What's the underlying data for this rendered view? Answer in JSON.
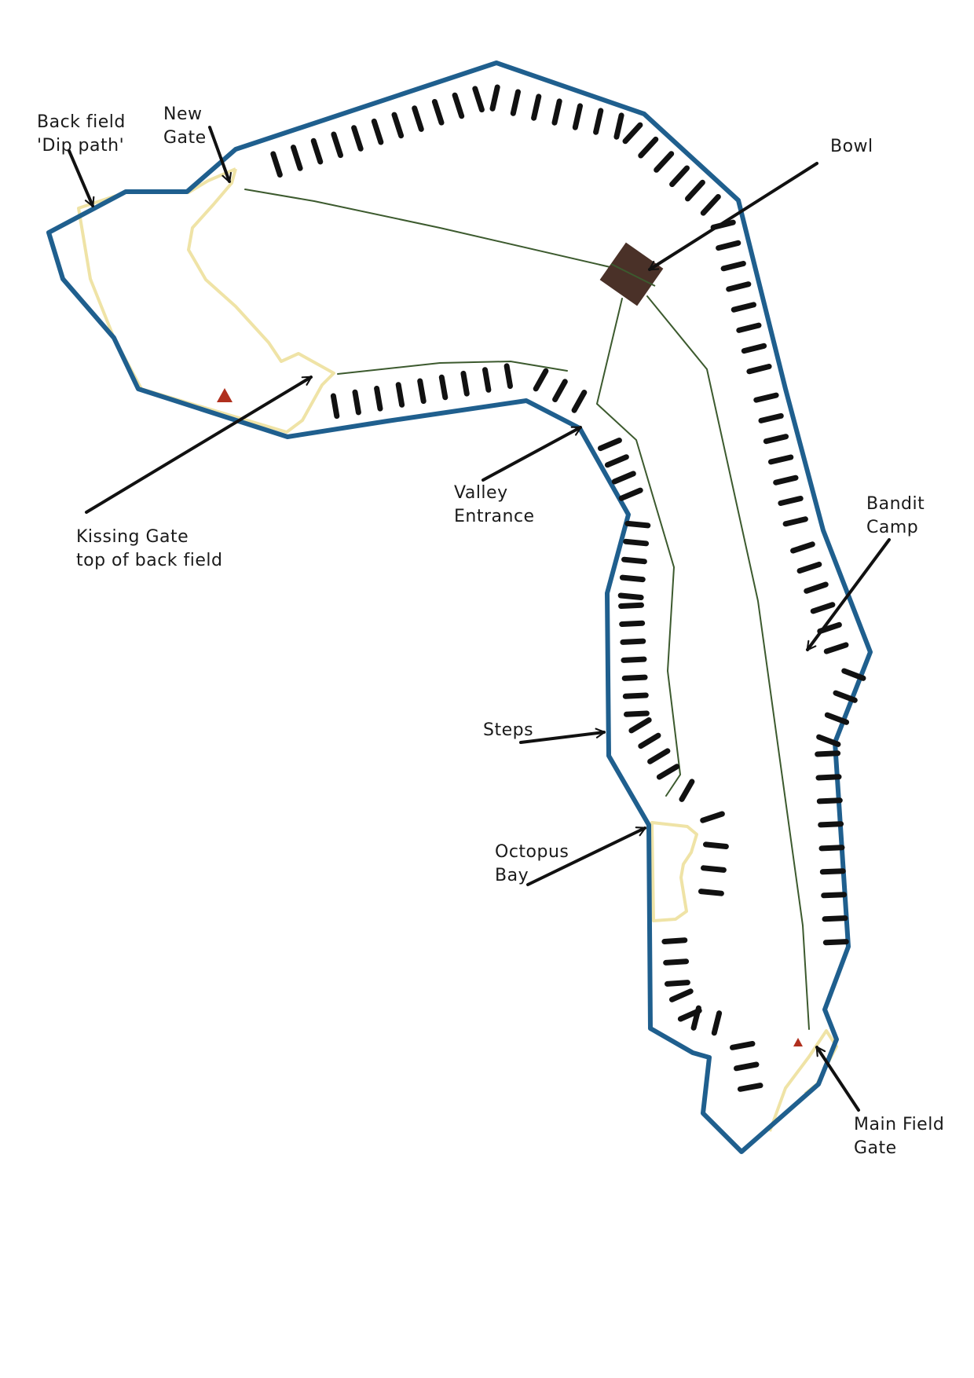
{
  "map": {
    "colors": {
      "boundary": "#1f5f8e",
      "field_outline": "#efe3a6",
      "path": "#3c5a2e",
      "slope_hatch": "#111111",
      "bowl": "#4a3128",
      "marker": "#b0301e",
      "label": "#1a1a1a",
      "arrow": "#111111"
    },
    "labels": {
      "back_field_line1": "Back field",
      "back_field_line2": "'Dip path'",
      "new_gate_line1": "New",
      "new_gate_line2": "Gate",
      "bowl": "Bowl",
      "kissing_gate_line1": "Kissing Gate",
      "kissing_gate_line2": "top of back field",
      "valley_entrance_line1": "Valley",
      "valley_entrance_line2": "Entrance",
      "bandit_camp_line1": "Bandit",
      "bandit_camp_line2": "Camp",
      "steps": "Steps",
      "octopus_bay_line1": "Octopus",
      "octopus_bay_line2": "Bay",
      "main_field_gate_line1": "Main Field",
      "main_field_gate_line2": "Gate"
    },
    "icons": {
      "marker": "red-triangle-marker",
      "bowl": "brown-square-bowl",
      "arrow": "pointer-arrow"
    }
  }
}
